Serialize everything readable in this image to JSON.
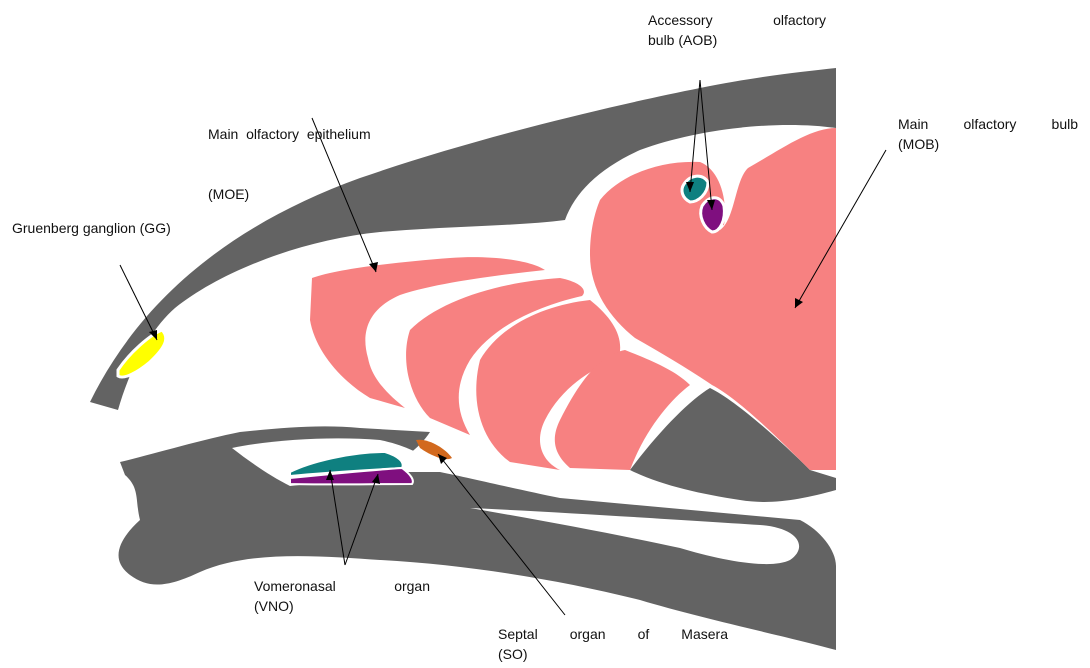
{
  "labels": {
    "aob": {
      "line1": [
        "Accessory",
        "olfactory"
      ],
      "line2": "bulb (AOB)"
    },
    "moe": {
      "line1": "Main  olfactory  epithelium",
      "line2": "(MOE)"
    },
    "mob": {
      "line1": [
        "Main",
        "olfactory",
        "bulb"
      ],
      "line2": "(MOB)"
    },
    "gg": {
      "line1": "Gruenberg ganglion (GG)"
    },
    "vno": {
      "line1": [
        "Vomeronasal",
        "organ"
      ],
      "line2": "(VNO)"
    },
    "so": {
      "line1": [
        "Septal",
        "organ",
        "of",
        "Masera"
      ],
      "line2": "(SO)"
    }
  },
  "colors": {
    "bone": "#636363",
    "tissue": "#f78181",
    "ganglion": "#ffff00",
    "teal": "#0f8080",
    "purple": "#7f0f7f",
    "septal": "#d2691e"
  }
}
